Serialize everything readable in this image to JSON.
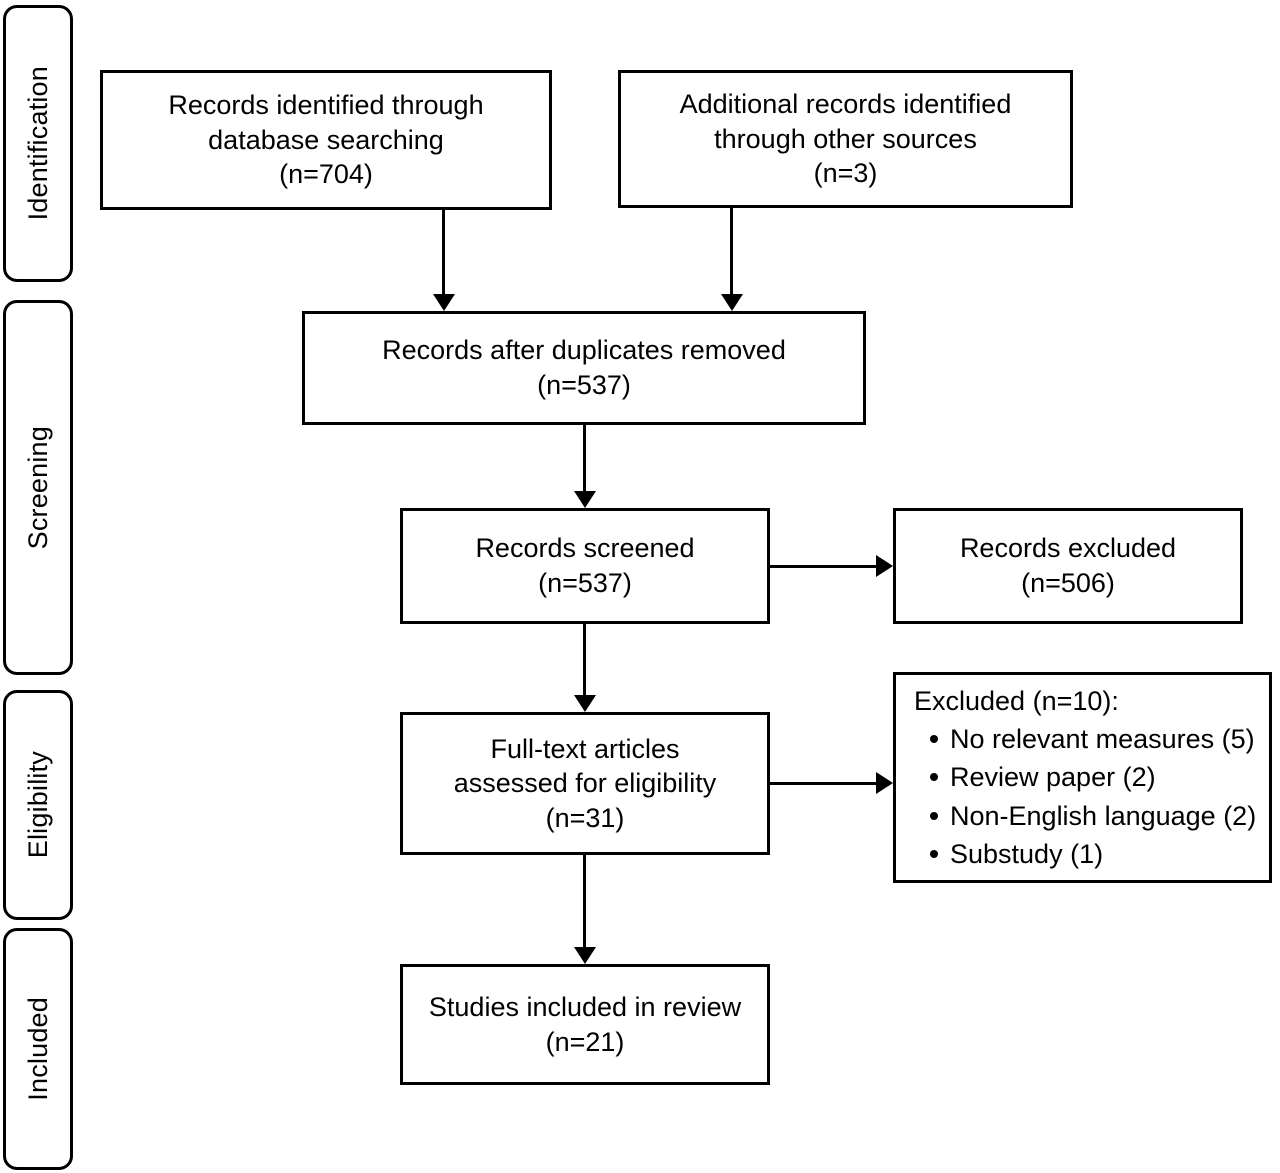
{
  "diagram": {
    "type": "prisma-flow-diagram",
    "colors": {
      "stroke": "#000000",
      "background": "#ffffff",
      "text": "#000000"
    },
    "stages": [
      {
        "id": "identification",
        "label": "Identification"
      },
      {
        "id": "screening",
        "label": "Screening"
      },
      {
        "id": "eligibility",
        "label": "Eligibility"
      },
      {
        "id": "included",
        "label": "Included"
      }
    ],
    "boxes": {
      "database_search": {
        "text": "Records identified through\ndatabase searching\n(n=704)",
        "count": 704
      },
      "other_sources": {
        "text": "Additional records identified\nthrough other sources\n(n=3)",
        "count": 3
      },
      "duplicates_removed": {
        "text": "Records after duplicates removed\n(n=537)",
        "count": 537
      },
      "records_screened": {
        "text": "Records screened\n(n=537)",
        "count": 537
      },
      "records_excluded": {
        "text": "Records excluded\n(n=506)",
        "count": 506
      },
      "full_text_assessed": {
        "text": "Full-text articles\nassessed for eligibility\n(n=31)",
        "count": 31
      },
      "studies_included": {
        "text": "Studies included in review\n(n=21)",
        "count": 21
      }
    },
    "excluded_reasons": {
      "heading": "Excluded (n=10):",
      "total": 10,
      "items": [
        "No relevant measures (5)",
        "Review paper (2)",
        "Non-English language (2)",
        "Substudy (1)"
      ]
    }
  }
}
